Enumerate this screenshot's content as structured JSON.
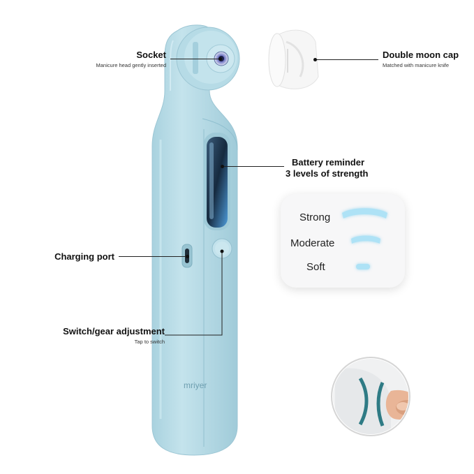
{
  "brand": "mriyer",
  "callouts": {
    "socket": {
      "title": "Socket",
      "subtitle": "Manicure head gently inserted"
    },
    "cap": {
      "title": "Double moon cap",
      "subtitle": "Matched with manicure knife"
    },
    "battery": {
      "title_line1": "Battery reminder",
      "title_line2": "3 levels of strength"
    },
    "charging": {
      "title": "Charging port"
    },
    "switch": {
      "title": "Switch/gear adjustment",
      "subtitle": "Tap to switch"
    }
  },
  "battery_levels": [
    {
      "label": "Strong"
    },
    {
      "label": "Moderate"
    },
    {
      "label": "Soft"
    }
  ],
  "colors": {
    "body": "#b8dbe6",
    "body_shade": "#9ecad8",
    "indicator": "#a8e0f4",
    "background": "#ffffff"
  }
}
